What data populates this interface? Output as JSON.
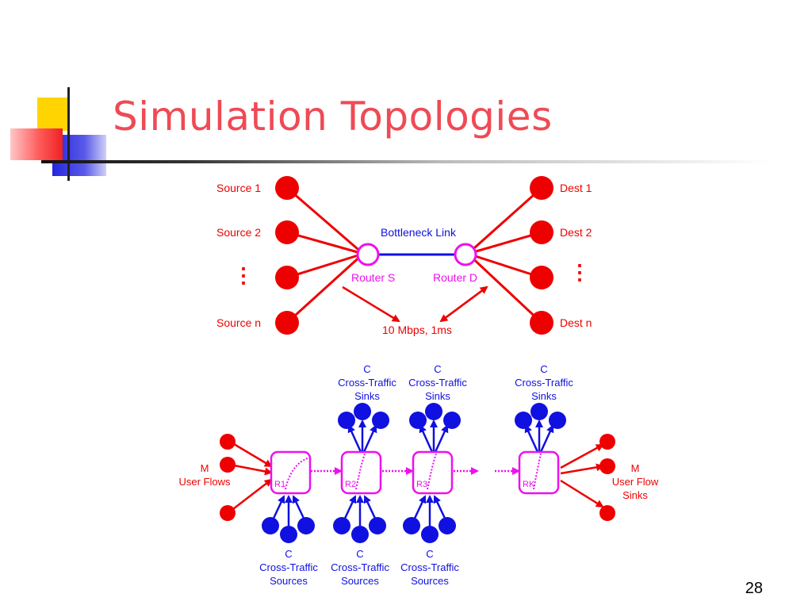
{
  "slide": {
    "title": "Simulation Topologies",
    "page_number": "28",
    "colors": {
      "title": "#ef4a55",
      "red": "#ee0000",
      "blue": "#1010e0",
      "magenta": "#ee10ee",
      "yellow": "#ffd400"
    }
  },
  "topology1": {
    "sources": [
      "Source 1",
      "Source 2",
      "Source n"
    ],
    "dests": [
      "Dest 1",
      "Dest 2",
      "Dest n"
    ],
    "dots": "⋮",
    "bottleneck_label": "Bottleneck Link",
    "router_s": "Router S",
    "router_d": "Router D",
    "link_spec": "10 Mbps, 1ms"
  },
  "topology2": {
    "sink_groups": [
      {
        "c": "C",
        "line1": "Cross-Traffic",
        "line2": "Sinks"
      },
      {
        "c": "C",
        "line1": "Cross-Traffic",
        "line2": "Sinks"
      },
      {
        "c": "C",
        "line1": "Cross-Traffic",
        "line2": "Sinks"
      }
    ],
    "source_groups": [
      {
        "c": "C",
        "line1": "Cross-Traffic",
        "line2": "Sources"
      },
      {
        "c": "C",
        "line1": "Cross-Traffic",
        "line2": "Sources"
      },
      {
        "c": "C",
        "line1": "Cross-Traffic",
        "line2": "Sources"
      }
    ],
    "routers": [
      "R1",
      "R2",
      "R3",
      "RK"
    ],
    "user_flows": {
      "m": "M",
      "label": "User Flows"
    },
    "user_flow_sinks": {
      "m": "M",
      "line1": "User Flow",
      "line2": "Sinks"
    }
  }
}
